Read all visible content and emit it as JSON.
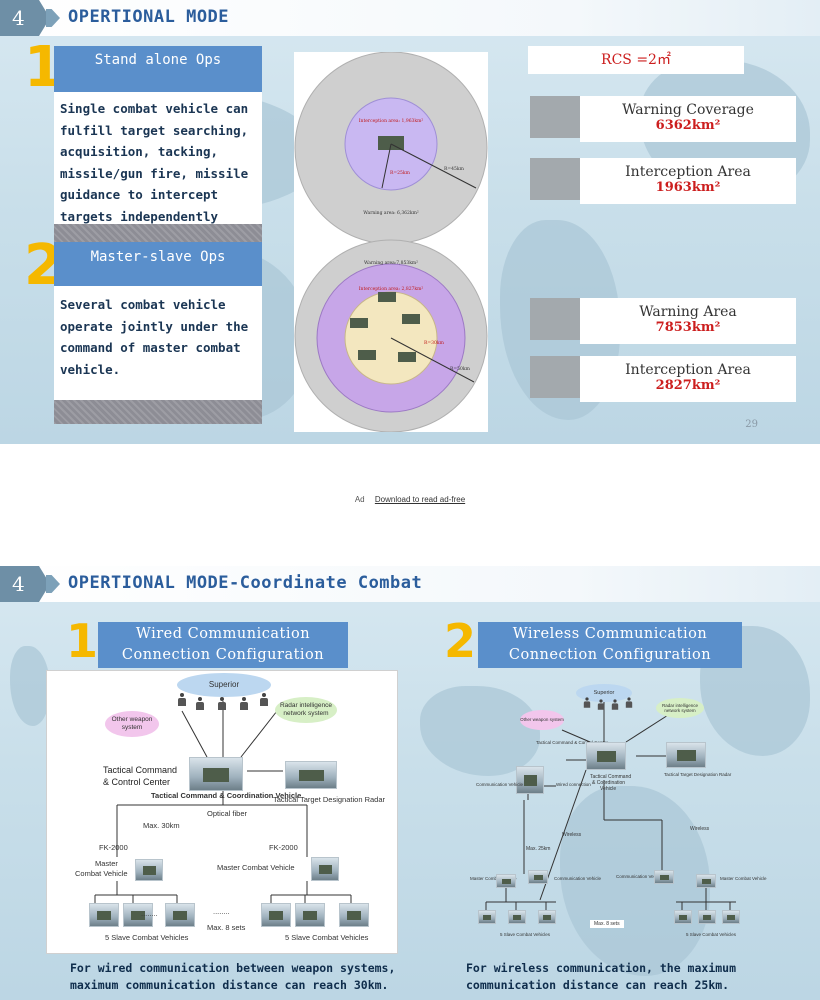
{
  "slide1": {
    "number": "4",
    "title": "OPERTIONAL MODE",
    "section1": {
      "number": "1",
      "heading": "Stand alone Ops",
      "lines": [
        "Single combat vehicle can",
        "fulfill target searching,",
        "acquisition, tacking,",
        "missile/gun fire, missile",
        "guidance to intercept",
        "targets independently"
      ]
    },
    "section2": {
      "number": "2",
      "heading": "Master-slave Ops",
      "lines": [
        "Several combat vehicle",
        "operate jointly under the",
        "command of master combat",
        "vehicle."
      ]
    },
    "diagram1": {
      "interception_text": "Interception area: 1,963km²",
      "warning_text": "Warning area: 6,362km²",
      "radius_outer": "R=45km",
      "radius_inner": "R=25km"
    },
    "diagram2": {
      "warning_text": "Warning area:7,853km²",
      "interception_text": "Interception area: 2,827km²",
      "radius_inner": "R=30km",
      "radius_outer": "R=50km"
    },
    "rcs": "RCS =2㎡",
    "metrics": [
      {
        "label": "Warning Coverage",
        "value": "6362km²"
      },
      {
        "label": "Interception Area",
        "value": "1963km²"
      },
      {
        "label": "Warning Area",
        "value": "7853km²"
      },
      {
        "label": "Interception Area",
        "value": "2827km²"
      }
    ],
    "page_number": "29"
  },
  "ad": {
    "tag": "Ad",
    "link": "Download to read ad-free"
  },
  "slide2": {
    "number": "4",
    "title": "OPERTIONAL MODE-Coordinate Combat",
    "wired": {
      "number": "1",
      "heading_line1": "Wired Communication",
      "heading_line2": "Connection Configuration",
      "caption_line1": "For wired communication between weapon systems,",
      "caption_line2": "maximum communication distance can reach 30km."
    },
    "wireless": {
      "number": "2",
      "heading_line1": "Wireless Communication",
      "heading_line2": "Connection Configuration",
      "caption_line1": "For wireless communication, the maximum",
      "caption_line2": "communication distance can reach 25km."
    },
    "wired_diagram": {
      "superior": "Superior",
      "other_weapon": "Other weapon system",
      "radar_net": "Radar intelligence network system",
      "tcc_line1": "Tactical Command",
      "tcc_line2": "& Control Center",
      "tcc_vehicle": "Tactical Command & Coordination Vehicle",
      "radar": "Tactical Target Designation Radar",
      "optical": "Optical fiber",
      "max30": "Max. 30km",
      "fk_left": "FK-2000",
      "fk_right": "FK-2000",
      "master_left_1": "Master",
      "master_left_2": "Combat Vehicle",
      "master_right": "Master Combat Vehicle",
      "slaves_left": "5 Slave Combat Vehicles",
      "slaves_right": "5 Slave Combat Vehicles",
      "max8": "Max. 8 sets",
      "dots": "........"
    },
    "wireless_diagram": {
      "superior": "Superior",
      "other_weapon": "Other weapon system",
      "radar_net": "Radar intelligence network system",
      "tcc_small": "Tactical Command & Control Center",
      "tcc_vehicle_line1": "Tactical Command",
      "tcc_vehicle_line2": "& Coordination",
      "tcc_vehicle_line3": "Vehicle",
      "radar": "Tactical Target Designation Radar",
      "comm_vehicle": "Communication Vehicle",
      "wired_connection": "Wired connection",
      "wireless_left": "Wireless",
      "wireless_right": "Wireless",
      "max25": "Max. 25km",
      "master_left": "Master Combat Vehicle",
      "comm_vehicle_left": "Communication Vehicle",
      "comm_vehicle_right": "Communication Vehicle",
      "master_right": "Master Combat Vehicle",
      "slaves_left": "5 Slave Combat Vehicles",
      "slaves_right": "5 Slave Combat Vehicles",
      "max8": "Max. 8 sets"
    }
  }
}
